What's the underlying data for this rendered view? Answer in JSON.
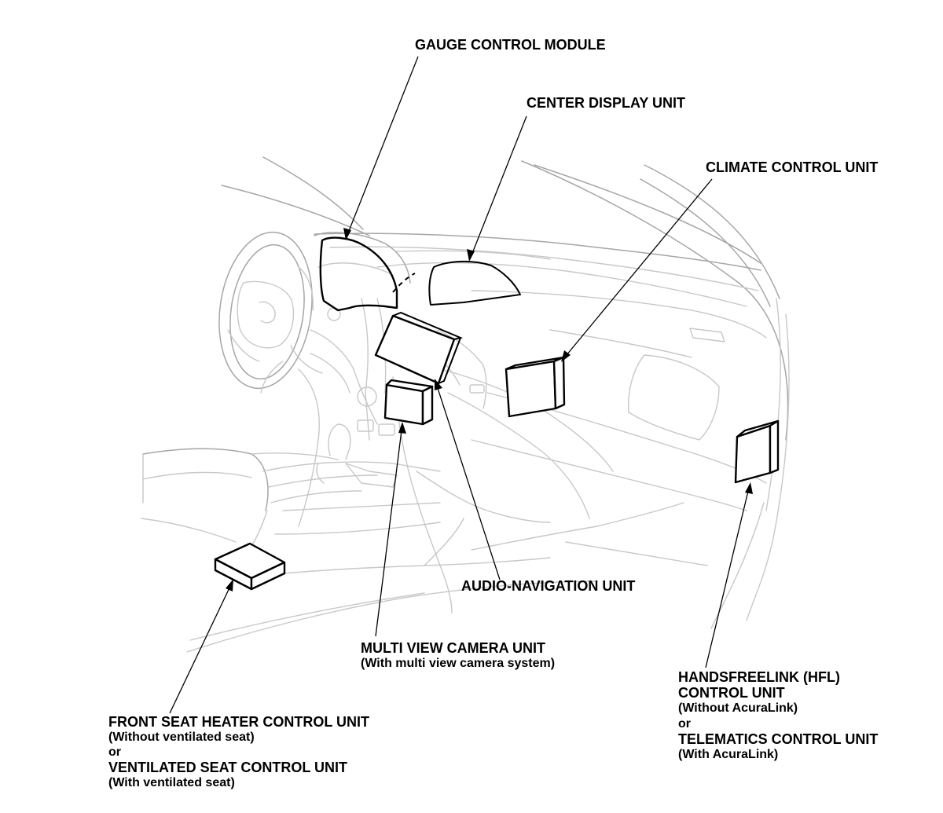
{
  "diagram": {
    "components": [
      {
        "id": "gauge",
        "label": "GAUGE CONTROL MODULE"
      },
      {
        "id": "center_display",
        "label": "CENTER DISPLAY UNIT"
      },
      {
        "id": "climate",
        "label": "CLIMATE CONTROL UNIT"
      },
      {
        "id": "audio_nav",
        "label": "AUDIO-NAVIGATION UNIT"
      },
      {
        "id": "camera",
        "label": "MULTI VIEW CAMERA UNIT",
        "note": "(With multi view camera system)"
      },
      {
        "id": "hfl",
        "label_lines": [
          "HANDSFREELINK (HFL)",
          "CONTROL UNIT"
        ],
        "note1": "(Without AcuraLink)",
        "or": "or",
        "label2": "TELEMATICS CONTROL UNIT",
        "note2": "(With AcuraLink)"
      },
      {
        "id": "seat",
        "label": "FRONT SEAT HEATER CONTROL UNIT",
        "note1": "(Without ventilated seat)",
        "or": "or",
        "label2": "VENTILATED SEAT CONTROL UNIT",
        "note2": "(With ventilated seat)"
      }
    ]
  }
}
